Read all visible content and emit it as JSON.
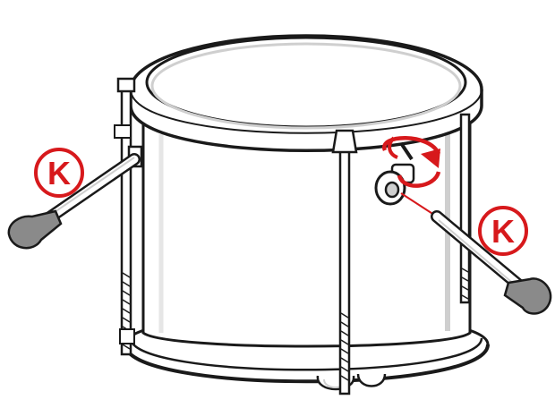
{
  "figure": {
    "subject": "floor-tom-drum",
    "callouts": [
      {
        "id": "left",
        "label": "K"
      },
      {
        "id": "right",
        "label": "K"
      }
    ],
    "colors": {
      "line": "#1a1a1a",
      "fill": "#ffffff",
      "shade": "#cfcfcf",
      "leg_tip": "#8a8a8a",
      "accent": "#d7191c"
    },
    "icons": [
      "rotation-arrow-icon"
    ]
  }
}
